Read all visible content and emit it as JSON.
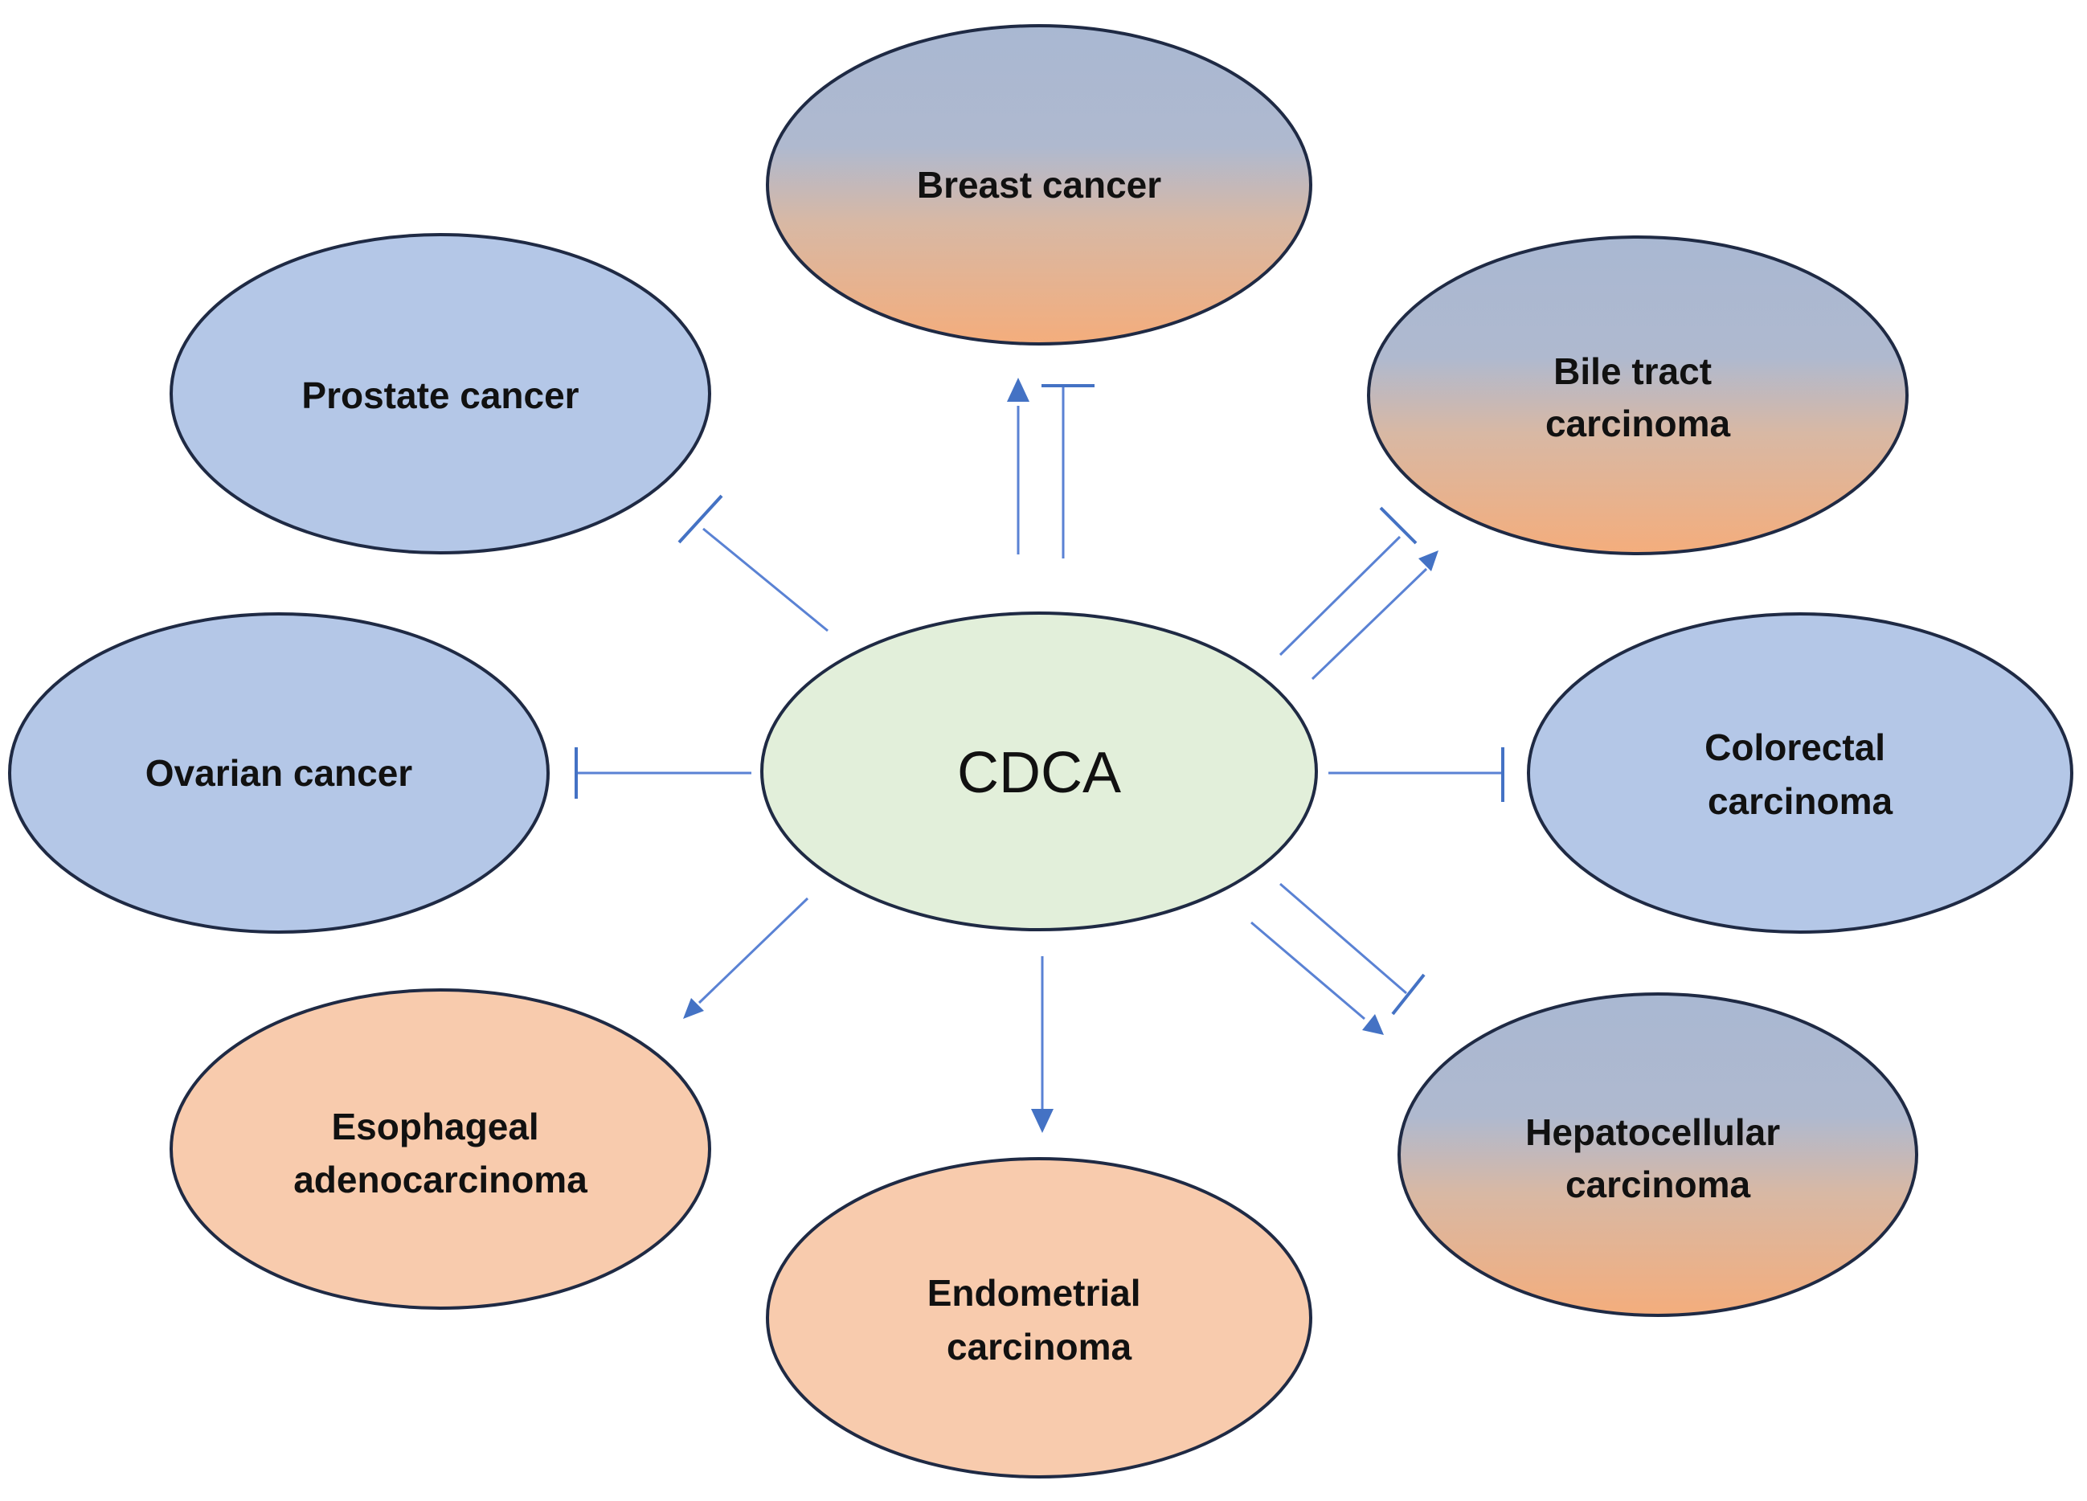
{
  "diagram": {
    "center": {
      "label": "CDCA",
      "color": "#e2efda"
    },
    "legend_colors": {
      "inhibit": "#b4c7e7",
      "promote": "#f8cbad",
      "mixed_top": "#a9b8d2",
      "mixed_bottom": "#f4b183",
      "edge": "#4472c4"
    },
    "nodes": {
      "breast": {
        "lines": [
          "Breast cancer"
        ],
        "effect": "promote and inhibit"
      },
      "prostate": {
        "lines": [
          "Prostate cancer"
        ],
        "effect": "inhibit"
      },
      "bile": {
        "lines": [
          "Bile tract",
          "carcinoma"
        ],
        "effect": "promote and inhibit"
      },
      "ovarian": {
        "lines": [
          "Ovarian cancer"
        ],
        "effect": "inhibit"
      },
      "colorectal": {
        "lines": [
          "Colorectal",
          "carcinoma"
        ],
        "effect": "inhibit"
      },
      "esophageal": {
        "lines": [
          "Esophageal",
          "adenocarcinoma"
        ],
        "effect": "promote"
      },
      "endometrial": {
        "lines": [
          "Endometrial",
          "carcinoma"
        ],
        "effect": "promote"
      },
      "hepato": {
        "lines": [
          "Hepatocellular",
          "carcinoma"
        ],
        "effect": "promote and inhibit"
      }
    }
  }
}
